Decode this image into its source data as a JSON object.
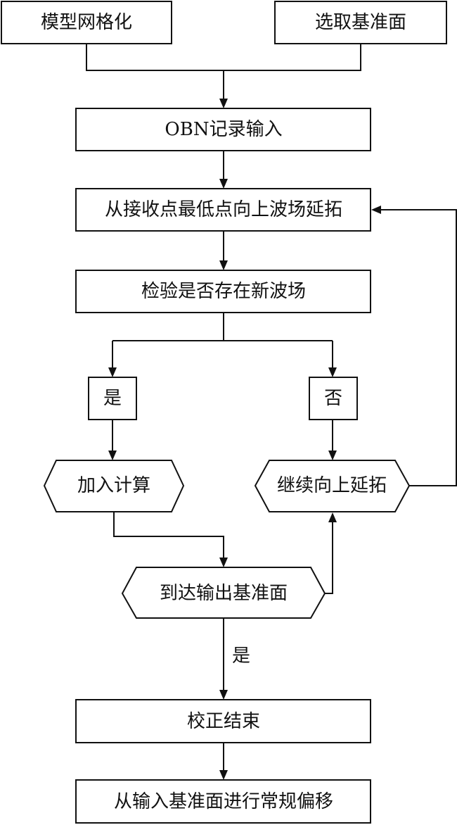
{
  "nodes": {
    "mesh": "模型网格化",
    "select_datum": "选取基准面",
    "obn_input": "OBN记录输入",
    "extrapolate": "从接收点最低点向上波场延拓",
    "check": "检验是否存在新波场",
    "yes_box": "是",
    "no_box": "否",
    "add_compute": "加入计算",
    "continue_up": "继续向上延拓",
    "reach_output": "到达输出基准面",
    "calibrate_end": "校正结束",
    "migration": "从输入基准面进行常规偏移"
  },
  "edge_labels": {
    "reach_yes": "是"
  }
}
